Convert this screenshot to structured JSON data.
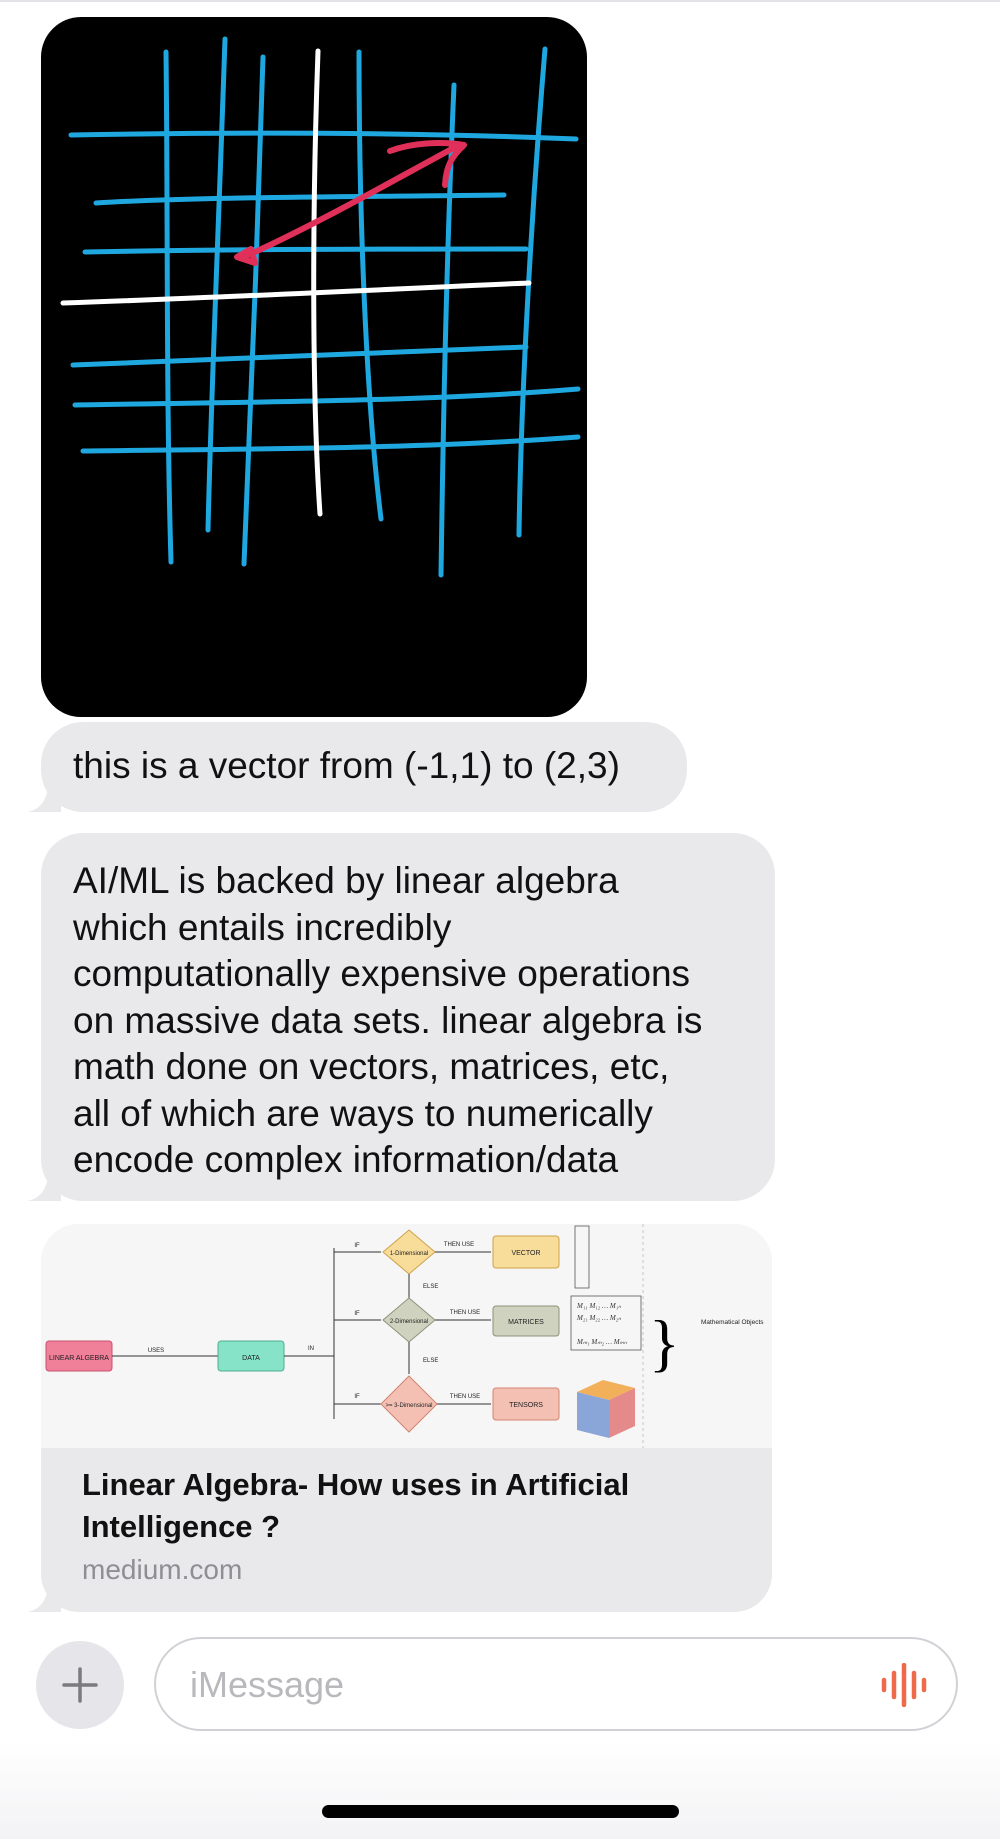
{
  "thread": {
    "photo": {
      "icon": "hand-drawn-grid-vector-image"
    },
    "messages": [
      {
        "text": "this is a vector from (-1,1) to (2,3)"
      },
      {
        "text": "AI/ML is backed by linear algebra\nwhich entails incredibly\ncomputationally expensive operations\non massive data sets. linear algebra is\nmath done on vectors, matrices, etc,\nall of which are ways to numerically\nencode  complex information/data"
      }
    ],
    "link_preview": {
      "title": "Linear Algebra- How uses in Artificial Intelligence ?",
      "domain": "medium.com",
      "diagram": {
        "root": "LINEAR ALGEBRA",
        "uses": "USES",
        "data": "DATA",
        "in": "IN",
        "if": "IF",
        "else": "ELSE",
        "then_use": "THEN USE",
        "dims": [
          "1-Dimensional",
          "2-Dimensional",
          ">= 3-Dimensional"
        ],
        "objects": [
          "VECTOR",
          "MATRICES",
          "TENSORS"
        ],
        "summary": "Mathematical Objects"
      }
    }
  },
  "compose": {
    "placeholder": "iMessage",
    "plus_icon": "plus-icon",
    "mic_icon": "audio-waveform-icon"
  },
  "colors": {
    "bubble": "#e9e9eb",
    "grid_blue": "#1fa8e0",
    "vector_red": "#e0305a",
    "mic_orange": "#ef6a4a"
  }
}
